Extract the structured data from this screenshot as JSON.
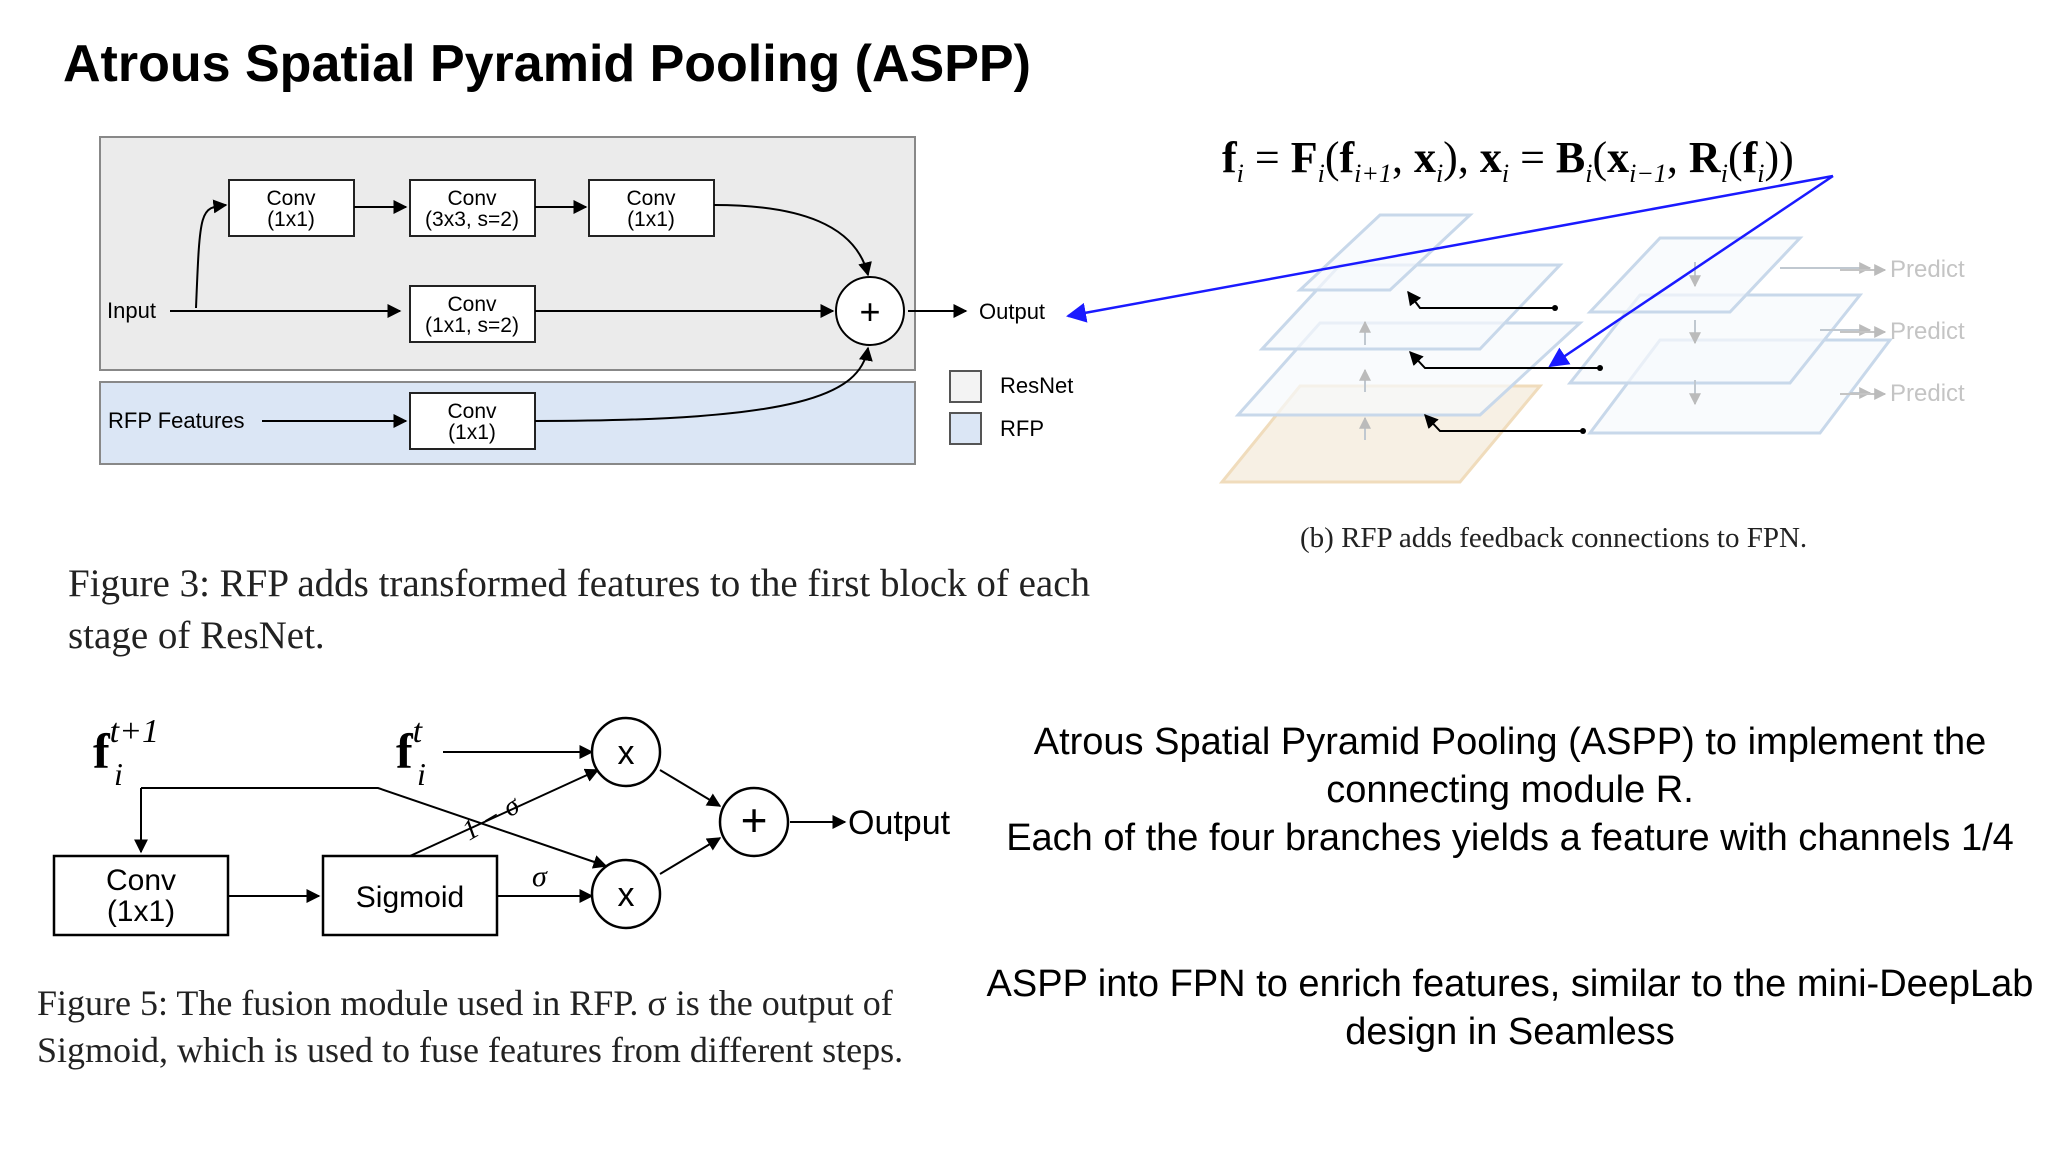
{
  "title": "Atrous Spatial Pyramid Pooling (ASPP)",
  "fig3": {
    "blocks": [
      {
        "id": "conv-a",
        "line1": "Conv",
        "line2": "(1x1)"
      },
      {
        "id": "conv-b",
        "line1": "Conv",
        "line2": "(3x3, s=2)"
      },
      {
        "id": "conv-c",
        "line1": "Conv",
        "line2": "(1x1)"
      },
      {
        "id": "conv-d",
        "line1": "Conv",
        "line2": "(1x1, s=2)"
      },
      {
        "id": "conv-e",
        "line1": "Conv",
        "line2": "(1x1)"
      }
    ],
    "input_label": "Input",
    "rfp_features_label": "RFP Features",
    "output_label": "Output",
    "plus": "+",
    "legend": [
      "ResNet",
      "RFP"
    ],
    "colors": {
      "resnet_bg": "#ebebeb",
      "rfp_bg": "#dbe6f5",
      "arrow": "#1a1aff"
    },
    "caption": "Figure 3: RFP adds transformed features to the first block of each stage of ResNet."
  },
  "figb": {
    "equation": {
      "f": "f",
      "i": "i",
      "F": "F",
      "ip1": "i+1",
      "x": "x",
      "B": "B",
      "im1": "i−1",
      "R": "R"
    },
    "predict_labels": [
      "Predict",
      "Predict",
      "Predict"
    ],
    "caption": "(b) RFP adds feedback connections to FPN."
  },
  "fig5": {
    "f_t1_base": "f",
    "f_t1_sup": "t+1",
    "f_t1_sub": "i",
    "f_t_base": "f",
    "f_t_sup": "t",
    "f_t_sub": "i",
    "conv_line1": "Conv",
    "conv_line2": "(1x1)",
    "sigmoid": "Sigmoid",
    "mult": "x",
    "plus": "+",
    "output": "Output",
    "one_minus_sigma": "1 − σ",
    "sigma": "σ",
    "caption": "Figure 5: The fusion module used in RFP. σ is the output of Sigmoid, which is used to fuse features from different steps."
  },
  "notes": {
    "line1": "Atrous Spatial Pyramid Pooling (ASPP) to implement the connecting module R.",
    "line2": "Each of the four branches yields a feature with channels 1/4",
    "line3": "ASPP into FPN to enrich features, similar to the mini-DeepLab design in Seamless"
  }
}
